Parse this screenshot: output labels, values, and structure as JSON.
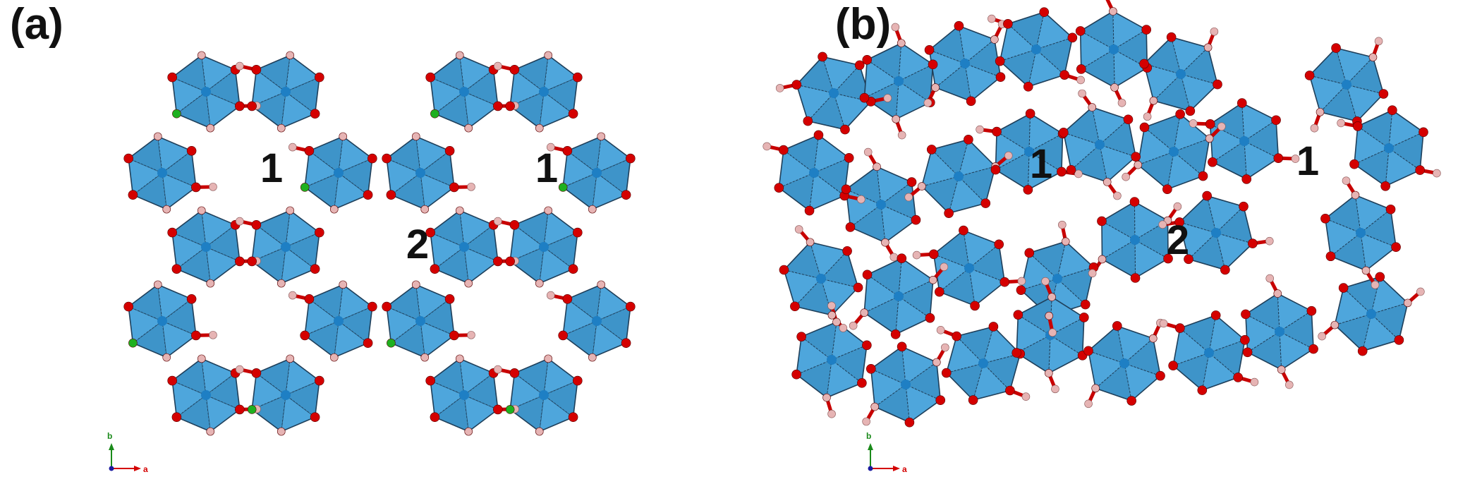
{
  "panels": [
    {
      "label": "(a)",
      "cavity_labels": [
        "1",
        "1",
        "2"
      ]
    },
    {
      "label": "(b)",
      "cavity_labels": [
        "1",
        "1",
        "2"
      ]
    }
  ],
  "axes": {
    "b": "b",
    "a": "a"
  },
  "colors": {
    "polyhedron_fill": "#4ea6dc",
    "polyhedron_edge": "#1f3f5a",
    "metal_center": "#1e7fc4",
    "oxygen": "#d40000",
    "hydrogen": "#e6b4b4",
    "fluorine": "#1fb01f",
    "axis_b": "#1a8a1a",
    "axis_a": "#d40000",
    "axis_c": "#1a1aa0"
  }
}
